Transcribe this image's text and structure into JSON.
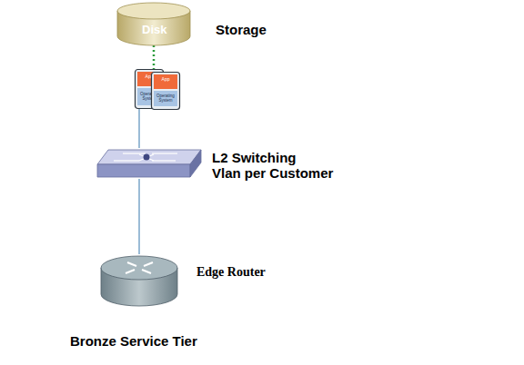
{
  "diagram": {
    "caption": "Bronze Service Tier",
    "nodes": [
      {
        "text": [
          "Disk",
          "Storage"
        ]
      },
      {
        "text": [
          "App",
          "Operating System"
        ]
      },
      {
        "text": [
          "App",
          "Operating System"
        ]
      },
      {
        "text": [
          "L2 Switching",
          "Vlan per Customer"
        ]
      },
      {
        "text": [
          "Edge Router"
        ]
      }
    ],
    "edges": [
      {
        "from": 0,
        "to": 1,
        "arrow": "none"
      },
      {
        "from": 1,
        "to": 3,
        "arrow": "none"
      },
      {
        "from": 3,
        "to": 4,
        "arrow": "none"
      }
    ]
  }
}
